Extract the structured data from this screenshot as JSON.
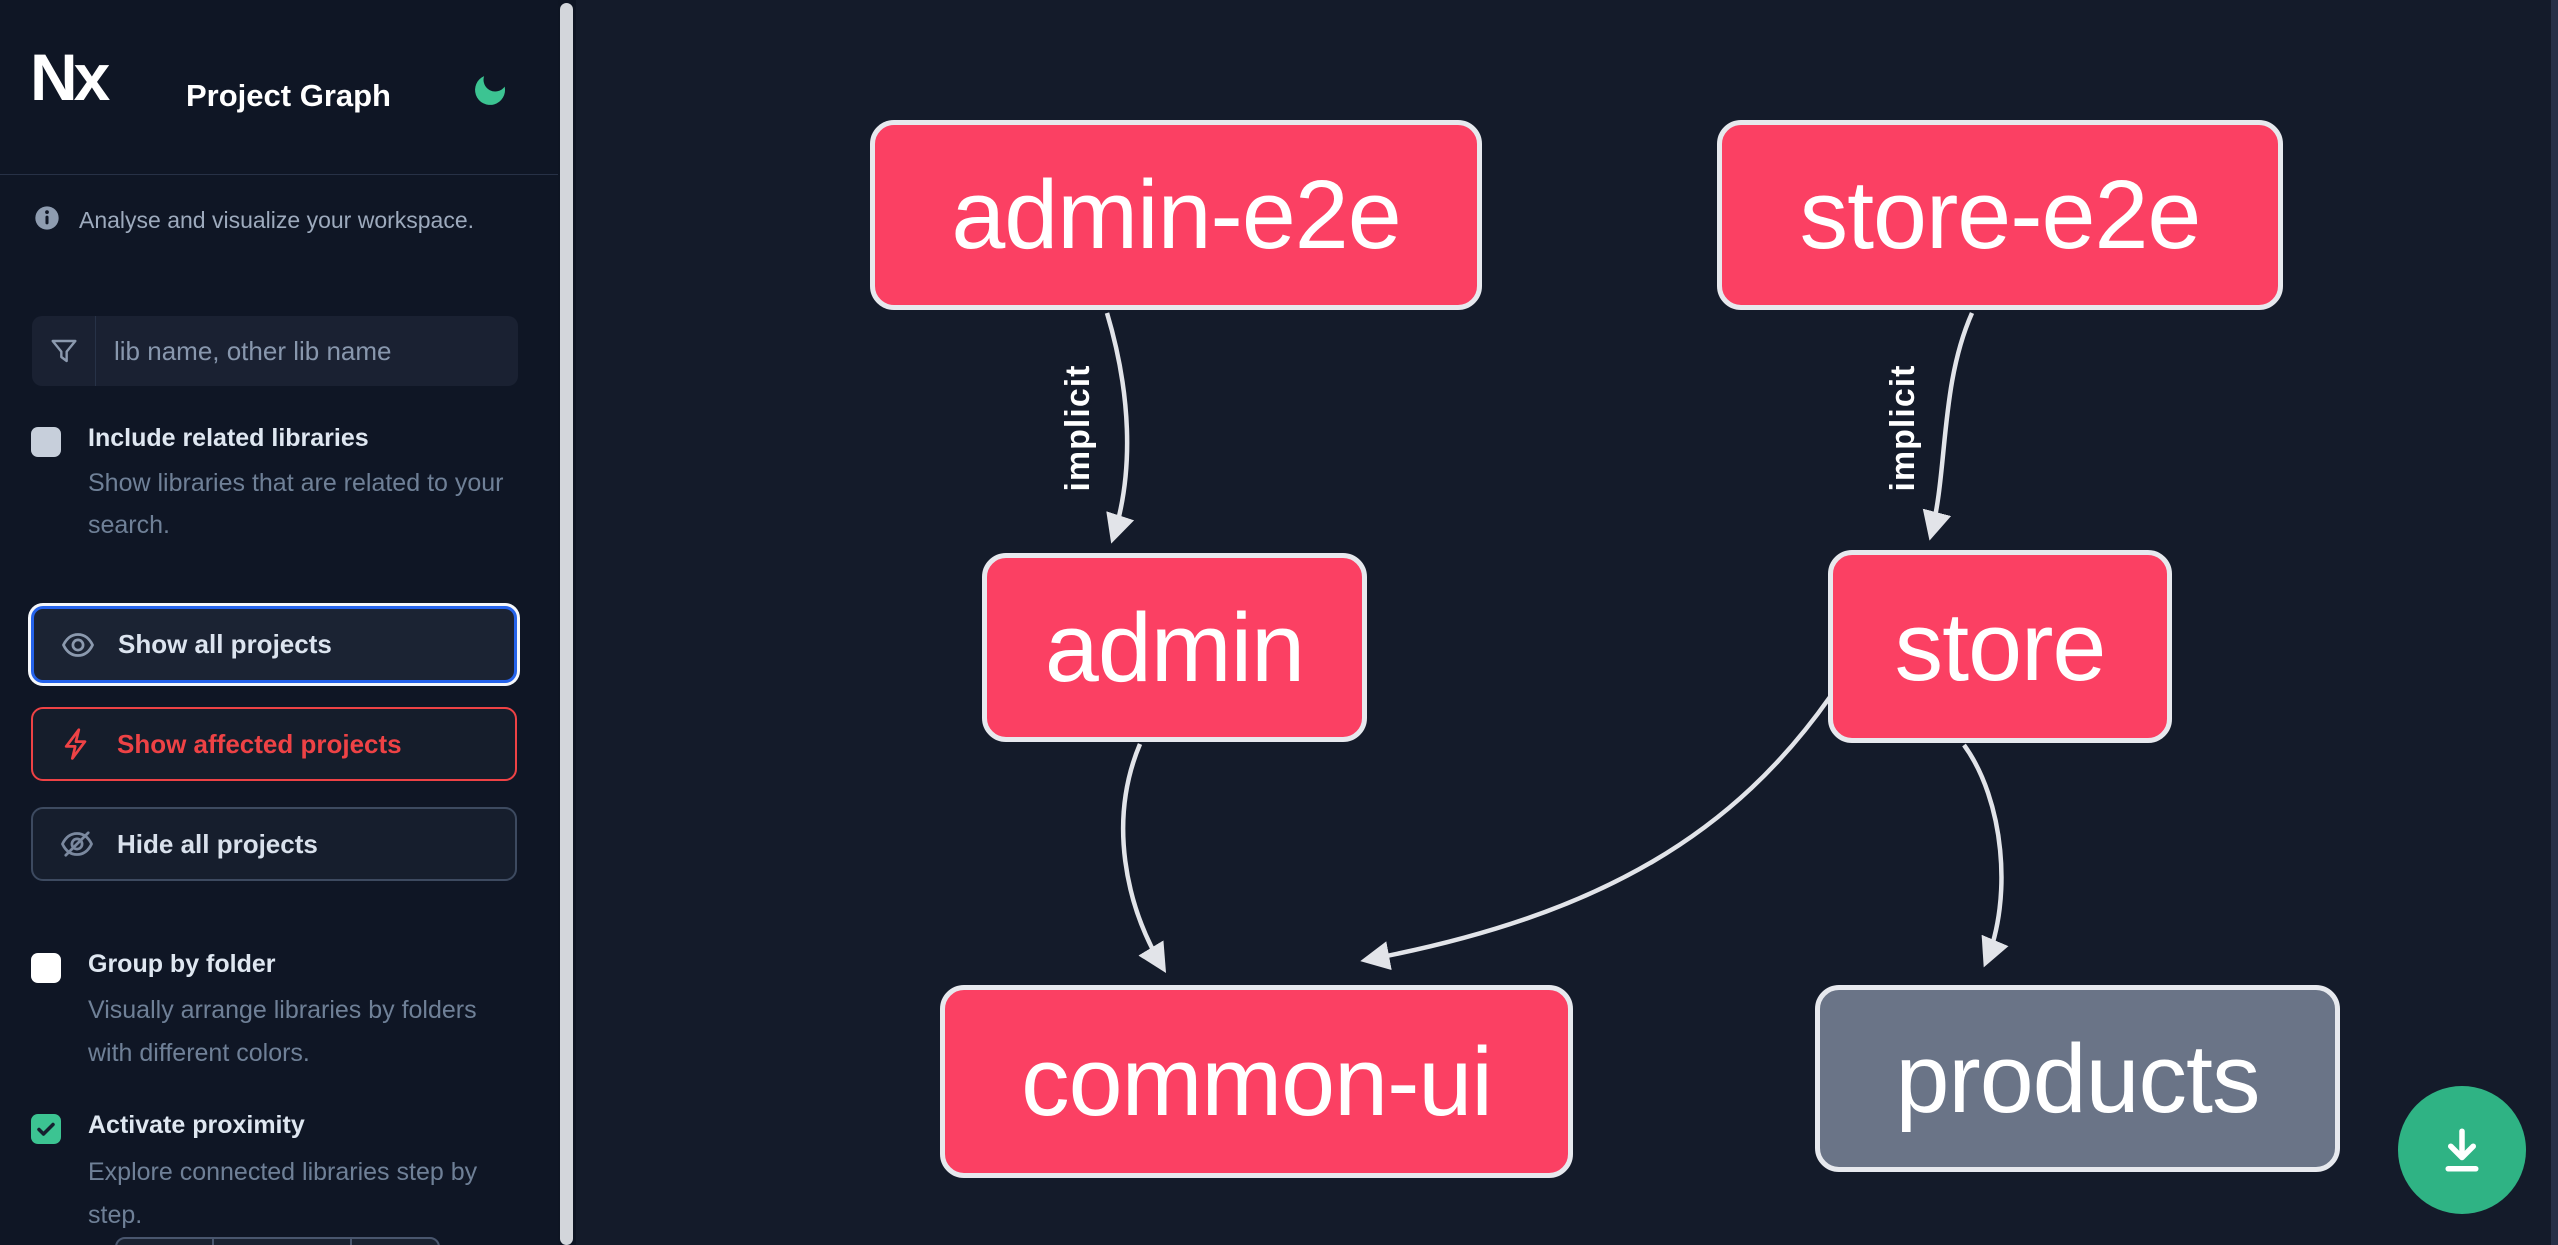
{
  "app": {
    "logo_text": "Nx",
    "title": "Project Graph",
    "tagline": "Analyse and visualize your workspace."
  },
  "sidebar": {
    "search_placeholder": "lib name, other lib name",
    "toggles": [
      {
        "label": "Include related libraries",
        "description": "Show libraries that are related to your search.",
        "checked": false
      },
      {
        "label": "Group by folder",
        "description": "Visually arrange libraries by folders with different colors.",
        "checked": false
      },
      {
        "label": "Activate proximity",
        "description": "Explore connected libraries step by step.",
        "checked": true
      }
    ],
    "actions": [
      {
        "label": "Show all projects",
        "state": "focused"
      },
      {
        "label": "Show affected projects",
        "state": "affected"
      },
      {
        "label": "Hide all projects",
        "state": "default"
      }
    ]
  },
  "graph": {
    "nodes": [
      {
        "id": "admin-e2e",
        "label": "admin-e2e",
        "style": "affected"
      },
      {
        "id": "store-e2e",
        "label": "store-e2e",
        "style": "affected"
      },
      {
        "id": "admin",
        "label": "admin",
        "style": "affected"
      },
      {
        "id": "store",
        "label": "store",
        "style": "affected"
      },
      {
        "id": "common-ui",
        "label": "common-ui",
        "style": "affected"
      },
      {
        "id": "products",
        "label": "products",
        "style": "default-gray"
      }
    ],
    "edges": [
      {
        "from": "admin-e2e",
        "to": "admin",
        "label": "implicit"
      },
      {
        "from": "store-e2e",
        "to": "store",
        "label": "implicit"
      },
      {
        "from": "admin",
        "to": "common-ui",
        "label": ""
      },
      {
        "from": "store",
        "to": "common-ui",
        "label": ""
      },
      {
        "from": "store",
        "to": "products",
        "label": ""
      }
    ]
  },
  "colors": {
    "bg_canvas": "#141b2a",
    "bg_sidebar": "#0f1625",
    "panel": "#1a2132",
    "node_pink": "#fb4063",
    "node_gray": "#6a7487",
    "node_border": "#e7e9ee",
    "edge": "#e2e4e9",
    "blue": "#2563eb",
    "red": "#ee4245",
    "green": "#3cc492",
    "green_download": "#2fb384",
    "icon_slate": "#8b99ae",
    "text_primary": "#e8eef6",
    "text_muted": "#6f8097",
    "scrollbar_thumb": "#d3d6db"
  }
}
